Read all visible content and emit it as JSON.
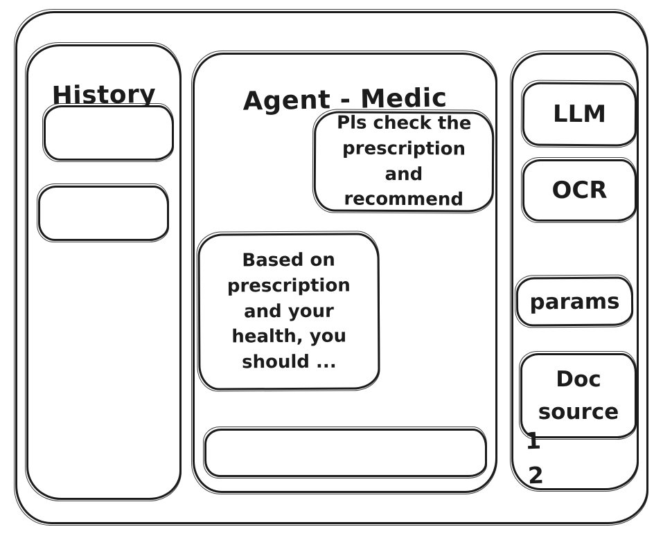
{
  "window": {
    "background": "#ffffff",
    "ink": "#1b1b1b"
  },
  "history_panel": {
    "title": "History",
    "items": [
      {
        "label": ""
      },
      {
        "label": ""
      }
    ]
  },
  "chat_panel": {
    "title": "Agent - Medic",
    "messages": [
      {
        "role": "user",
        "text": "Pls check the prescription and recommend"
      },
      {
        "role": "assistant",
        "text": "Based on prescription and your health, you should ..."
      }
    ],
    "input": {
      "value": "",
      "placeholder": ""
    }
  },
  "tools_panel": {
    "buttons": [
      {
        "label": "LLM"
      },
      {
        "label": "OCR"
      },
      {
        "label": "params"
      },
      {
        "label": "Doc source"
      }
    ],
    "doc_list": [
      "1",
      "2"
    ]
  }
}
